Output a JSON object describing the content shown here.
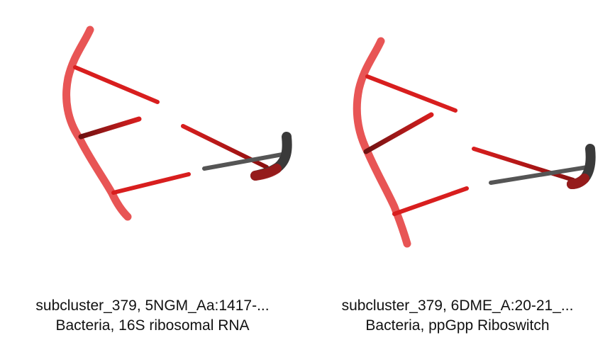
{
  "panels": [
    {
      "title": "subcluster_379, 5NGM_Aa:1417-...",
      "subtitle": "Bacteria, 16S ribosomal RNA"
    },
    {
      "title": "subcluster_379, 6DME_A:20-21_...",
      "subtitle": "Bacteria, ppGpp Riboswitch"
    }
  ],
  "colors": {
    "backbone": "#e85555",
    "base": "#d81e1e",
    "dark_base": "#555555",
    "dark_tip": "#3a3a3a",
    "background": "#ffffff"
  }
}
